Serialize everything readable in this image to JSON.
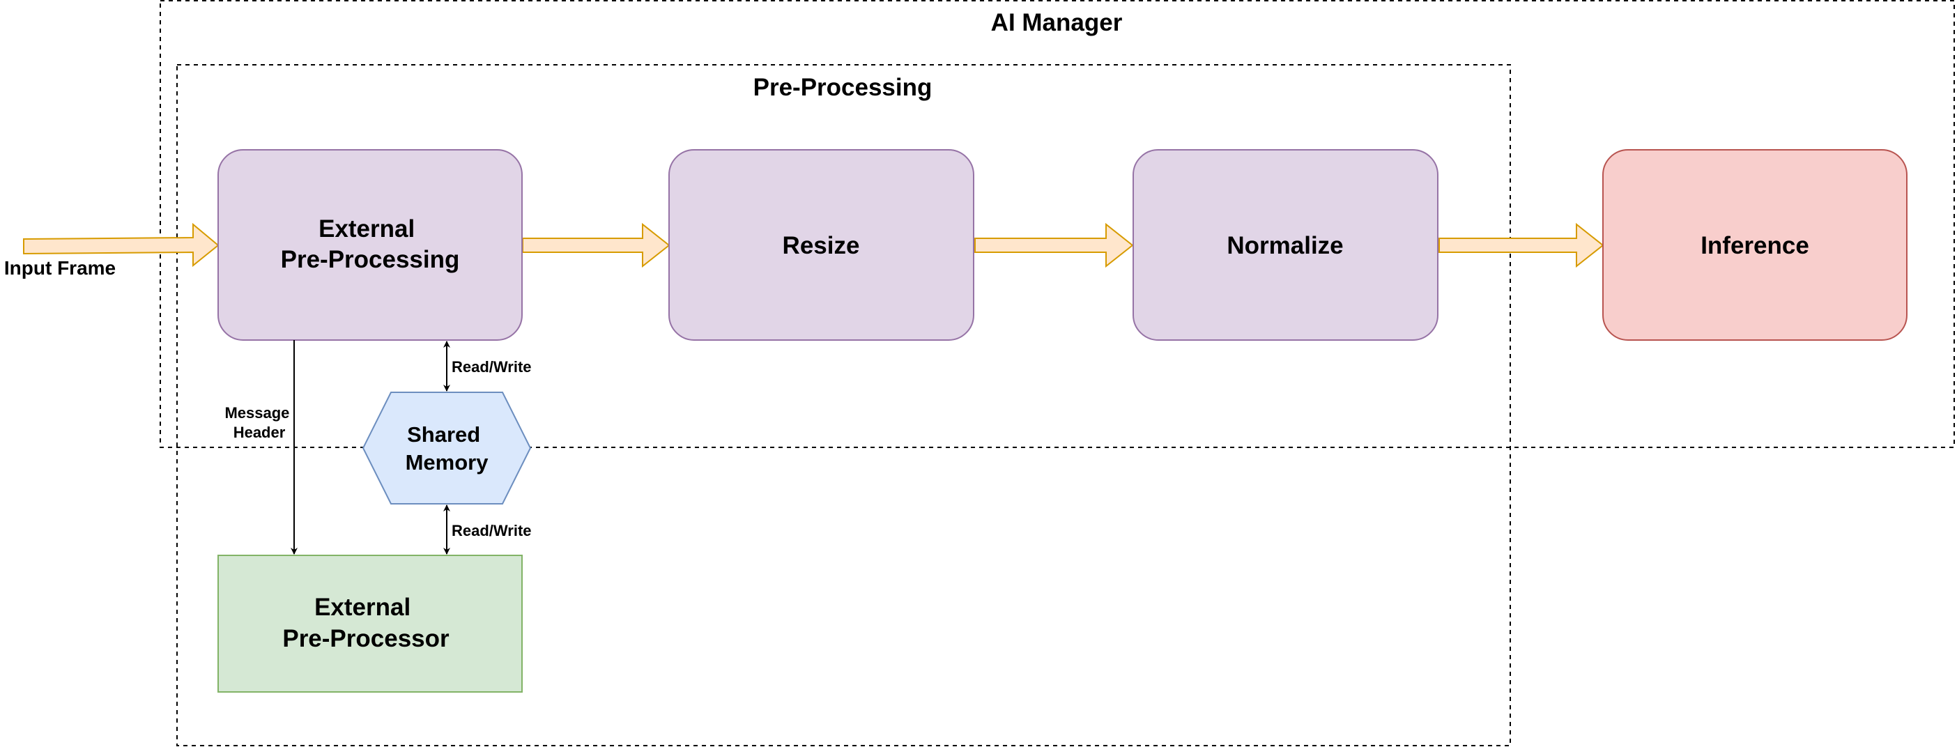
{
  "colors": {
    "process_fill": "#e1d5e7",
    "process_stroke": "#9673a6",
    "inference_fill": "#f8cecc",
    "inference_stroke": "#b85450",
    "shared_memory_fill": "#dae8fc",
    "shared_memory_stroke": "#6c8ebf",
    "preprocessor_fill": "#d5e8d4",
    "preprocessor_stroke": "#82b366",
    "flow_arrow_fill": "#ffe6cc",
    "flow_arrow_stroke": "#d79b00",
    "container_stroke": "#000000"
  },
  "containers": {
    "ai_manager": {
      "title": "AI Manager"
    },
    "pre_processing": {
      "title": "Pre-Processing"
    }
  },
  "input": {
    "label": "Input Frame"
  },
  "nodes": {
    "external_pre_processing": {
      "line1": "External",
      "line2": "Pre-Processing"
    },
    "resize": {
      "label": "Resize"
    },
    "normalize": {
      "label": "Normalize"
    },
    "inference": {
      "label": "Inference"
    },
    "shared_memory": {
      "line1": "Shared",
      "line2": "Memory"
    },
    "external_pre_processor": {
      "line1": "External",
      "line2": "Pre-Processor"
    }
  },
  "edges": {
    "message_header": {
      "line1": "Message",
      "line2": "Header"
    },
    "read_write_top": {
      "label": "Read/Write"
    },
    "read_write_bottom": {
      "label": "Read/Write"
    }
  }
}
